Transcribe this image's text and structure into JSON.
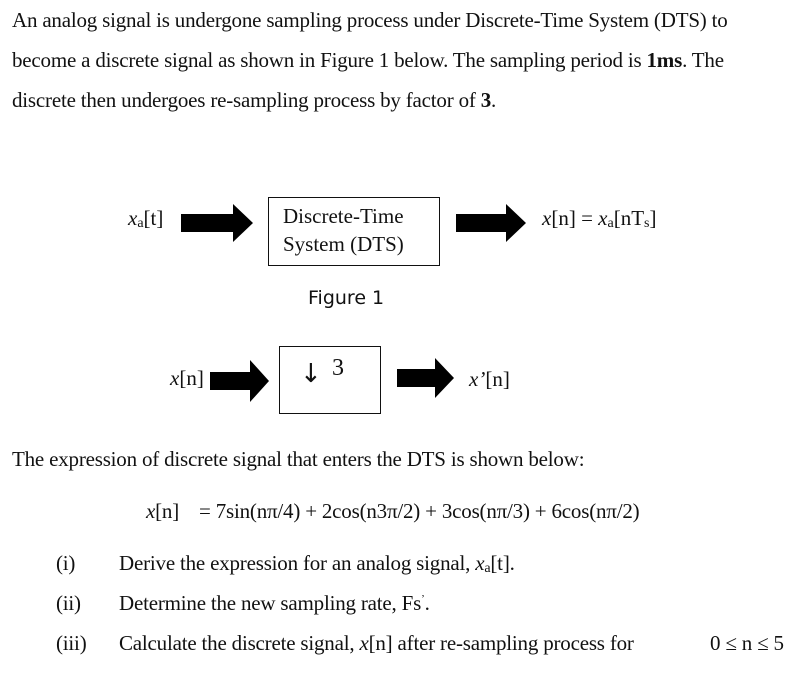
{
  "intro": {
    "line1": "An analog signal is undergone sampling process under Discrete-Time System (DTS) to",
    "line2_a": "become a discrete signal as shown in Figure 1 below.  The sampling period is ",
    "line2_bold": "1ms",
    "line2_b": ". The",
    "line3_a": "discrete then undergoes re-sampling process by factor of ",
    "line3_bold": "3",
    "line3_b": "."
  },
  "figure1": {
    "input_var": "x",
    "input_sub": "a",
    "input_arg": "[t]",
    "box_line1": "Discrete-Time",
    "box_line2": "System (DTS)",
    "output_lhs_var": "x",
    "output_lhs_arg": "[n] = ",
    "output_rhs_var": "x",
    "output_rhs_sub": "a",
    "output_rhs_arg_a": "[nT",
    "output_rhs_arg_sub": "s",
    "output_rhs_arg_b": "]",
    "caption": "Figure 1"
  },
  "figure2": {
    "input_var": "x",
    "input_arg": "[n]",
    "down_arrow": "↓",
    "factor": "3",
    "output_var": "x’",
    "output_arg": "[n]"
  },
  "expression": {
    "intro": "The expression of discrete signal that enters the DTS is shown below:",
    "lhs_var": "x",
    "lhs_arg": "[n]",
    "rhs": "= 7sin(nπ/4) + 2cos(n3π/2) + 3cos(nπ/3) + 6cos(nπ/2)"
  },
  "questions": [
    {
      "num": "(i)",
      "text_a": "Derive the expression for an analog signal, ",
      "var": "x",
      "sub": "a",
      "text_b": "[t]."
    },
    {
      "num": "(ii)",
      "text_a": "Determine the new sampling rate, Fs",
      "sup": "’",
      "text_b": "."
    },
    {
      "num": "(iii)",
      "text_a": "Calculate the discrete signal, ",
      "var": "x",
      "text_b": "[n] after re-sampling process for",
      "range": "0 ≤ n  ≤ 5"
    }
  ]
}
